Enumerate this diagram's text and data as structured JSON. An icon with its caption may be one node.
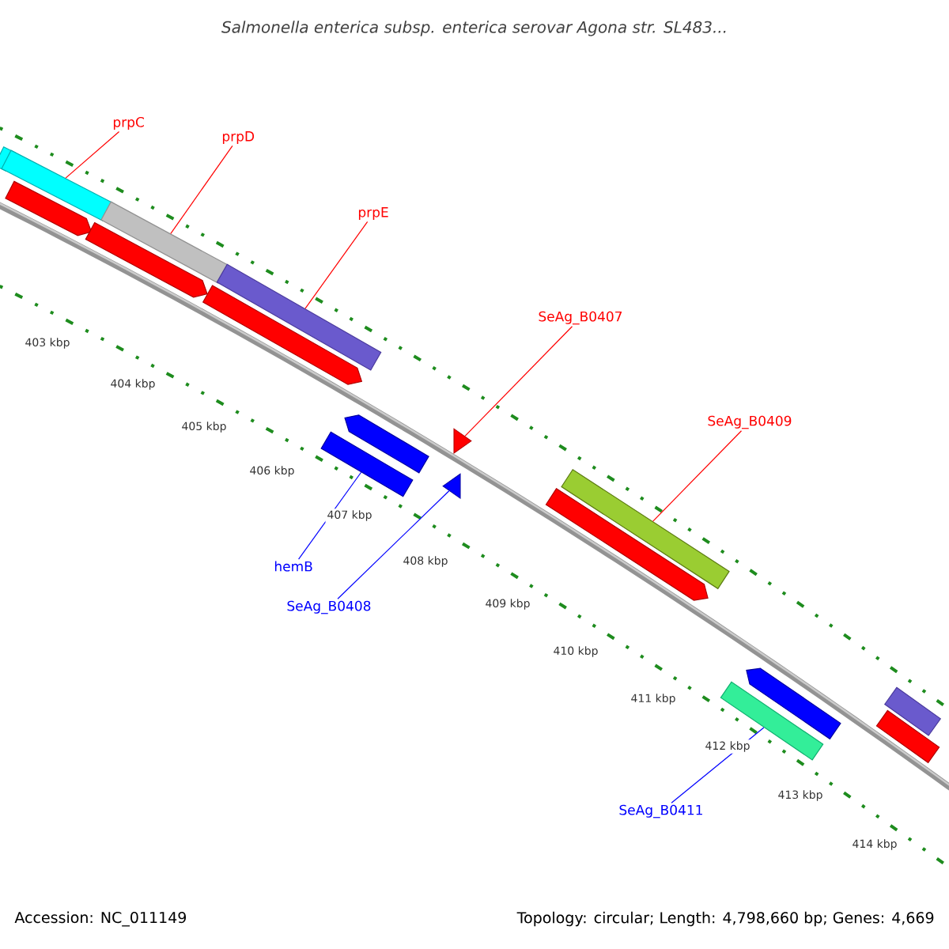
{
  "diagram": {
    "title": "Salmonella enterica subsp. enterica serovar Agona str. SL483...",
    "nodes": [
      {
        "text": [
          "prpC"
        ]
      },
      {
        "text": [
          "prpD"
        ]
      },
      {
        "text": [
          "prpE"
        ]
      },
      {
        "text": [
          "SeAg_B0407"
        ]
      },
      {
        "text": [
          "SeAg_B0409"
        ]
      },
      {
        "text": [
          "hemB"
        ]
      },
      {
        "text": [
          "SeAg_B0408"
        ]
      },
      {
        "text": [
          "SeAg_B0411"
        ]
      },
      {
        "text": [],
        "shape": "bar"
      },
      {
        "text": [],
        "shape": "bar"
      },
      {
        "text": [],
        "shape": "bar"
      },
      {
        "text": [],
        "shape": "triangle"
      },
      {
        "text": [],
        "shape": "bar"
      },
      {
        "text": [],
        "shape": "bar"
      },
      {
        "text": [],
        "shape": "triangle"
      },
      {
        "text": [],
        "shape": "bar"
      }
    ],
    "edges": [
      {
        "from": 0,
        "to": 8,
        "arrow": "none"
      },
      {
        "from": 1,
        "to": 9,
        "arrow": "none"
      },
      {
        "from": 2,
        "to": 10,
        "arrow": "none"
      },
      {
        "from": 3,
        "to": 11,
        "arrow": "none"
      },
      {
        "from": 4,
        "to": 12,
        "arrow": "none"
      },
      {
        "from": 5,
        "to": 13,
        "arrow": "none",
        "color": "#0000ff"
      },
      {
        "from": 6,
        "to": 14,
        "arrow": "none",
        "color": "#0000ff"
      },
      {
        "from": 7,
        "to": 15,
        "arrow": "none",
        "color": "#0000ff"
      }
    ],
    "labels": [
      "403 kbp",
      "404 kbp",
      "405 kbp",
      "406 kbp",
      "407 kbp",
      "408 kbp",
      "409 kbp",
      "410 kbp",
      "411 kbp",
      "412 kbp",
      "413 kbp",
      "414 kbp",
      "Accession: NC_011149",
      "Topology: circular; Length: 4,798,660 bp; Genes: 4,669"
    ]
  }
}
